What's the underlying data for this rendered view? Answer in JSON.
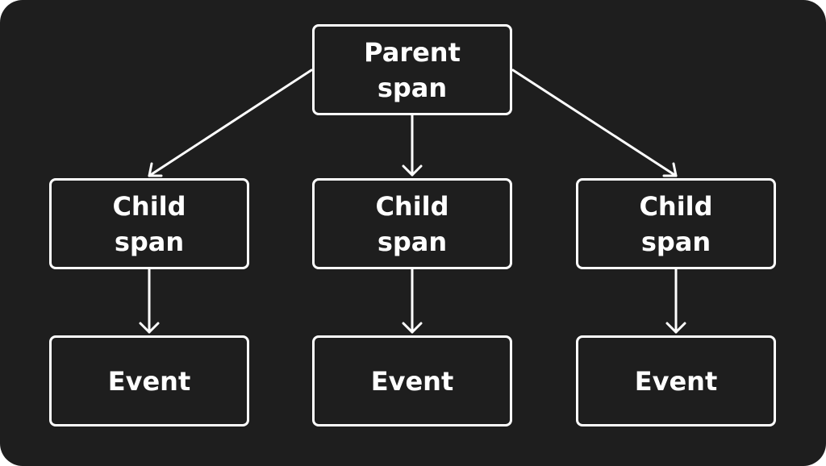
{
  "diagram": {
    "parent": {
      "line1": "Parent",
      "line2": "span"
    },
    "children": [
      {
        "line1": "Child",
        "line2": "span",
        "event": "Event"
      },
      {
        "line1": "Child",
        "line2": "span",
        "event": "Event"
      },
      {
        "line1": "Child",
        "line2": "span",
        "event": "Event"
      }
    ]
  },
  "colors": {
    "background": "#1e1e1e",
    "stroke": "#ffffff",
    "text": "#ffffff"
  }
}
